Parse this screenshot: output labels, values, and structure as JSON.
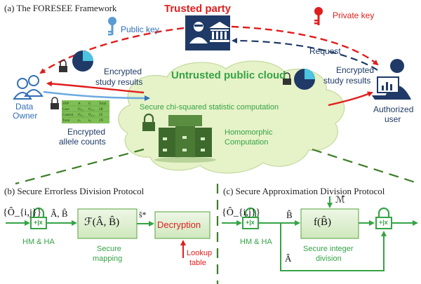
{
  "framework": {
    "title": "(a) The FORESEE Framework",
    "trusted_party": "Trusted party",
    "public_key": "Public key",
    "private_key": "Private key",
    "request": "Request",
    "cloud_title": "Untrusted public cloud",
    "data_owner_line1": "Data",
    "data_owner_line2": "Owner",
    "encrypted_results_left_line1": "Encrypted",
    "encrypted_results_left_line2": "study results",
    "encrypted_results_right_line1": "Encrypted",
    "encrypted_results_right_line2": "study results",
    "encrypted_allele_line1": "Encrypted",
    "encrypted_allele_line2": "allele counts",
    "secure_chi": "Secure chi-squared statistic computation",
    "homomorphic_line1": "Homomorphic",
    "homomorphic_line2": "Computation",
    "authorized_line1": "Authorized",
    "authorized_line2": "user"
  },
  "allele_table": {
    "headers": [
      "SNP",
      "A",
      "G",
      "Total"
    ],
    "rows": [
      [
        "Case",
        "O₁,₁",
        "O₁,₂",
        "2R"
      ],
      [
        "Control",
        "O₂,₁",
        "O₂,₂",
        "2S"
      ],
      [
        "Total",
        "n₁",
        "n₂",
        "2N"
      ]
    ]
  },
  "protocol_b": {
    "title": "(b) Secure Errorless Division Protocol",
    "input": "{Ô_{i,j}}",
    "ab": "Â, B̂",
    "hmha": "HM & HA",
    "func": "ℱ(Â, B̂)",
    "secure_line1": "Secure",
    "secure_line2": "mapping",
    "s_star": "ŝ*",
    "decryption": "Decryption",
    "lookup_line1": "Lookup",
    "lookup_line2": "table"
  },
  "protocol_c": {
    "title": "(c) Secure Approximation Division Protocol",
    "input": "{Ô_{i,j}}",
    "b_hat": "B̂",
    "a_hat": "Â",
    "m_hat": "ℳ̂",
    "hmha": "HM & HA",
    "func": "f(B̂)",
    "secure_line1": "Secure integer",
    "secure_line2": "division"
  },
  "colors": {
    "green": "#35a345",
    "red": "#e11d1d",
    "blue": "#2f6fb6",
    "navy": "#1f3a66",
    "cloud": "#e6f2c8"
  },
  "icons": [
    "key-icon",
    "trusted-party-icon",
    "data-owner-icon",
    "pie-chart-icon",
    "lock-icon",
    "server-icon",
    "authorized-user-icon",
    "homomorphic-lock-icon"
  ]
}
